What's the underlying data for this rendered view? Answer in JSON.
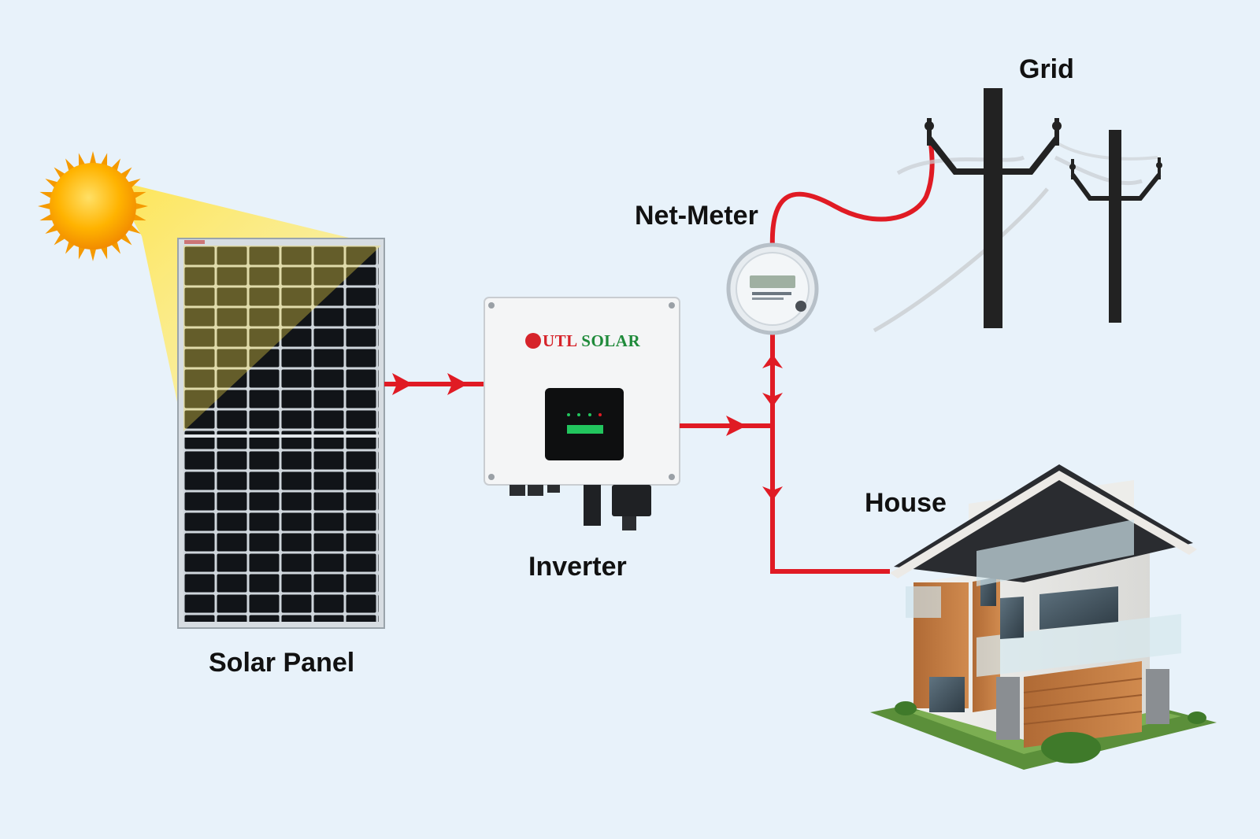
{
  "labels": {
    "solar_panel": "Solar Panel",
    "inverter": "Inverter",
    "net_meter": "Net-Meter",
    "grid": "Grid",
    "house": "House"
  },
  "inverter_brand": {
    "logo_text": "UTL",
    "part1": "UTL",
    "part2": "SOLAR"
  },
  "colors": {
    "background": "#e8f2fa",
    "wire": "#e01b24",
    "brand_red": "#d6232a",
    "brand_green": "#1f8a3a",
    "sun": "#f7a600",
    "pole": "#222222"
  },
  "icons": [
    "sun-icon",
    "solar-panel-icon",
    "inverter-icon",
    "net-meter-icon",
    "grid-pole-icon",
    "house-icon"
  ]
}
